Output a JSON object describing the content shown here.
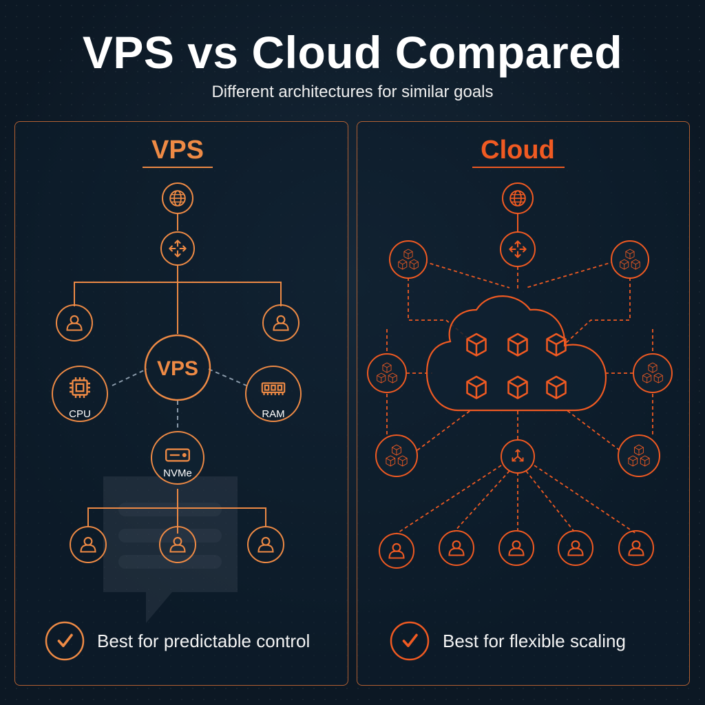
{
  "header": {
    "title": "VPS vs Cloud Compared",
    "subtitle": "Different architectures for similar goals"
  },
  "colors": {
    "vps_accent": "#ee8a45",
    "cloud_accent": "#f05a22",
    "background": "#0c1824",
    "connector_gray": "#8a9aaa"
  },
  "vps": {
    "heading": "VPS",
    "hub_label": "VPS",
    "cpu_label": "CPU",
    "ram_label": "RAM",
    "storage_label": "NVMe",
    "footer": "Best for predictable control",
    "icons": [
      "globe-icon",
      "router-icon",
      "user-icon",
      "chip-icon",
      "memory-icon",
      "drive-icon",
      "check-icon"
    ]
  },
  "cloud": {
    "heading": "Cloud",
    "footer": "Best for flexible scaling",
    "icons": [
      "globe-icon",
      "router-icon",
      "cubes-icon",
      "cloud-icon",
      "cube-icon",
      "load-balancer-icon",
      "user-icon",
      "check-icon"
    ]
  }
}
